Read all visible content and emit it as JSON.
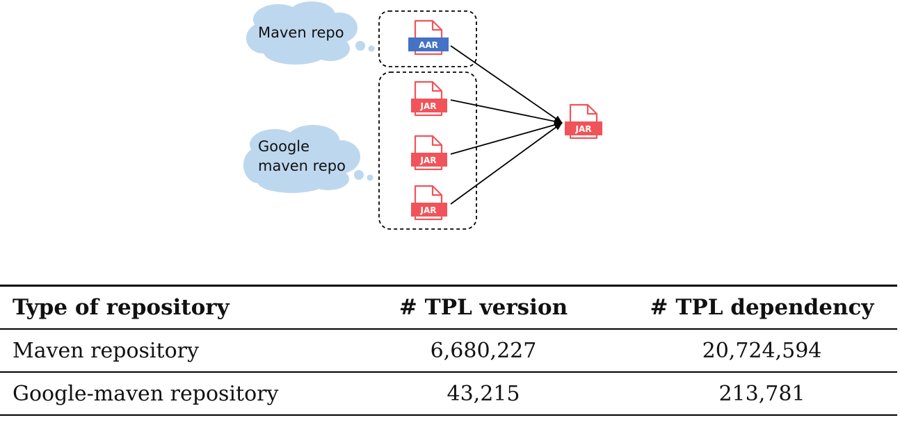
{
  "diagram": {
    "clouds": {
      "maven": {
        "lines": [
          "Maven repo"
        ]
      },
      "google": {
        "lines": [
          "Google",
          "maven repo"
        ]
      }
    },
    "badges": {
      "aar": "AAR",
      "jar": "JAR"
    },
    "colors": {
      "cloud": "#bdd7ee",
      "jar_badge": "#f0545a",
      "aar_badge": "#4472c4",
      "file_outline": "#f0545a"
    }
  },
  "table": {
    "headers": [
      "Type of repository",
      "# TPL version",
      "# TPL dependency"
    ],
    "rows": [
      [
        "Maven repository",
        "6,680,227",
        "20,724,594"
      ],
      [
        "Google-maven repository",
        "43,215",
        "213,781"
      ]
    ]
  }
}
